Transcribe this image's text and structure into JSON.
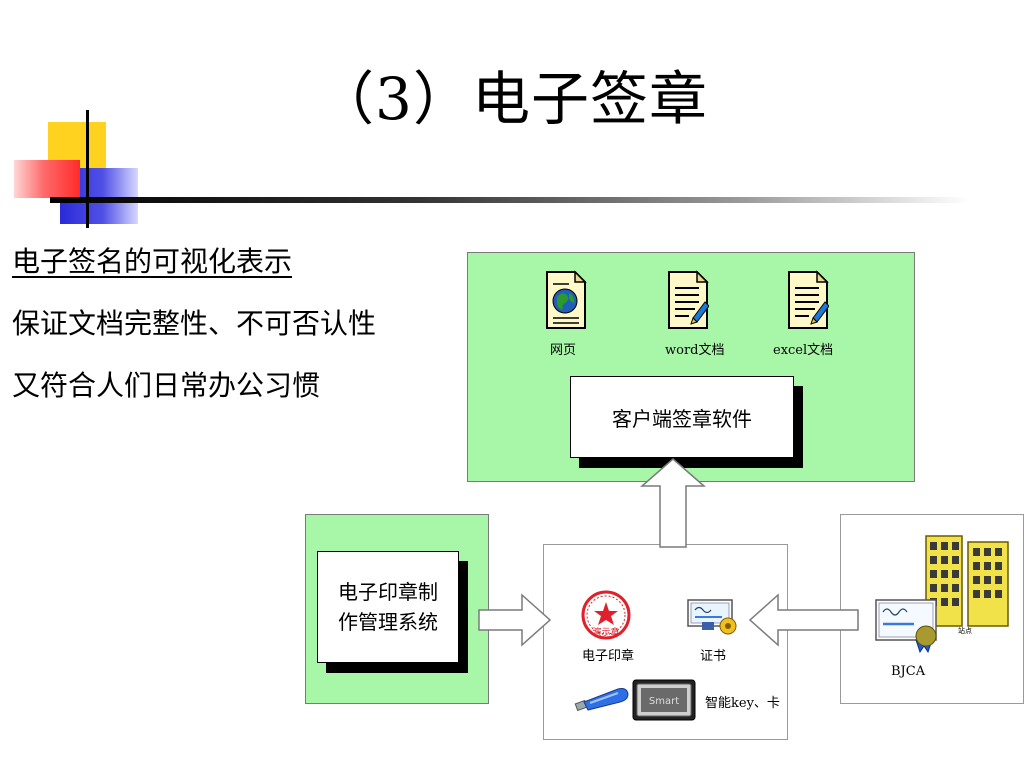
{
  "slide": {
    "title": "（3）电子签章",
    "bullets": [
      "电子签名的可视化表示",
      "保证文档完整性、不可否认性",
      "又符合人们日常办公习惯"
    ]
  },
  "diagram": {
    "top_panel": {
      "docs": [
        {
          "label": "网页",
          "icon": "web-page-icon"
        },
        {
          "label": "word文档",
          "icon": "word-document-icon"
        },
        {
          "label": "excel文档",
          "icon": "excel-document-icon"
        }
      ],
      "client_box": "客户端签章软件"
    },
    "left_panel": {
      "system_box_line1": "电子印章制",
      "system_box_line2": "作管理系统"
    },
    "center_panel": {
      "seal_label": "电子印章",
      "seal_text": "演示章",
      "cert_label": "证书",
      "key_label": "智能key、卡",
      "card_text": "Smart"
    },
    "right_panel": {
      "ca_label": "BJCA",
      "building_caption": "站点"
    },
    "colors": {
      "panel_green": "#a8f7a8",
      "seal_red": "#e0202a",
      "usb_blue": "#2f6fe6",
      "building_yellow": "#f2e24a"
    }
  }
}
